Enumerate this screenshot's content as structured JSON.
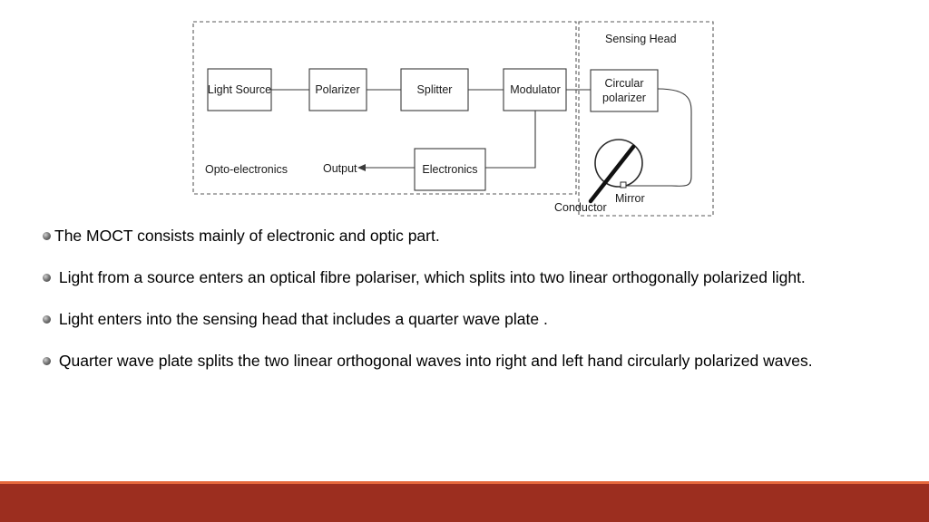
{
  "diagram": {
    "blocks": {
      "light_source": "Light Source",
      "polarizer": "Polarizer",
      "splitter": "Splitter",
      "modulator": "Modulator",
      "circular_polarizer_line1": "Circular",
      "circular_polarizer_line2": "polarizer",
      "electronics": "Electronics"
    },
    "labels": {
      "sensing_head": "Sensing Head",
      "opto_electronics": "Opto-electronics",
      "output": "Output",
      "mirror": "Mirror",
      "conductor": "Conductor"
    }
  },
  "bullets": [
    "The MOCT consists mainly of electronic and optic part.",
    " Light from a source enters an optical fibre polariser, which splits into two linear orthogonally polarized light.",
    " Light enters into the sensing head that includes a quarter wave plate .",
    " Quarter wave plate splits the two linear orthogonal  waves into right and left hand circularly polarized waves."
  ],
  "colors": {
    "footer_bar": "#9c2e1f",
    "footer_accent": "#e6683c"
  }
}
